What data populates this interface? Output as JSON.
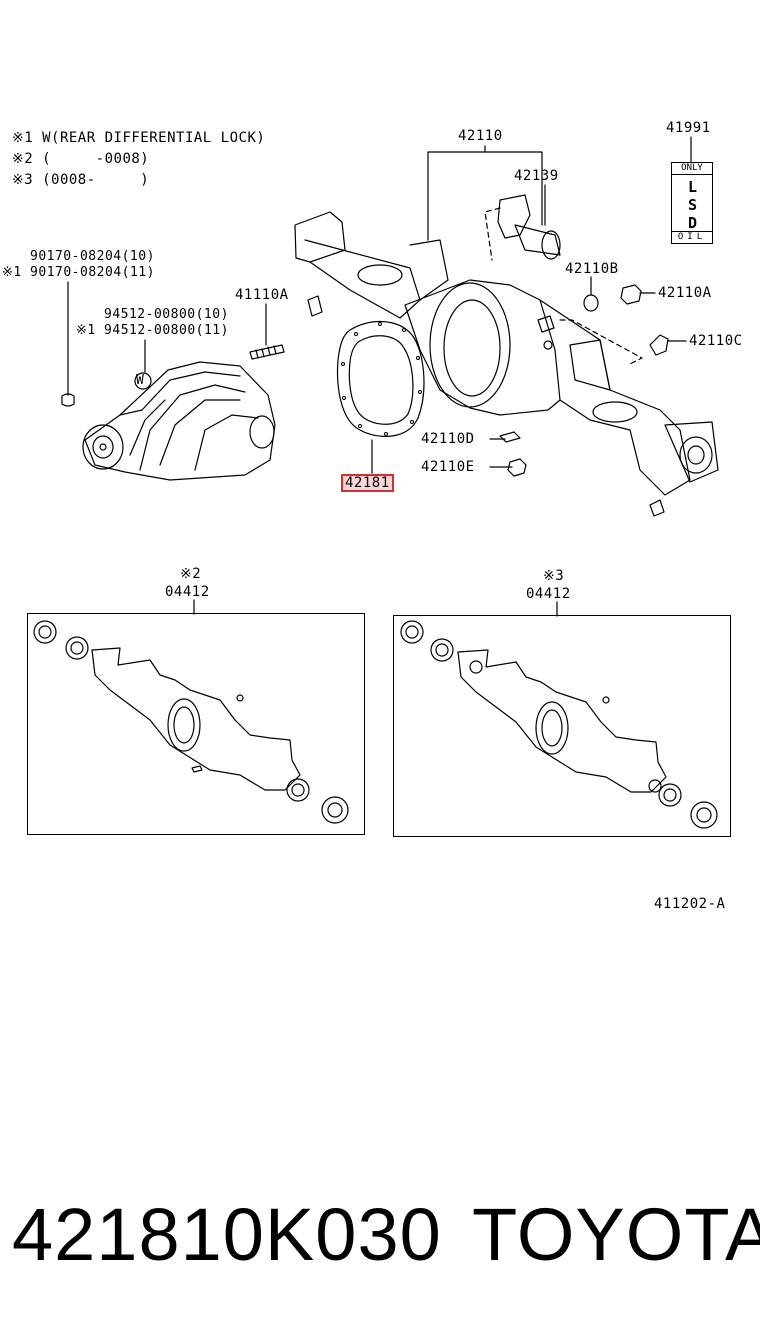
{
  "notes": {
    "n1": "※1 W(REAR DIFFERENTIAL LOCK)",
    "n2": "※2 (     -0008)",
    "n3": "※3 (0008-     )"
  },
  "parts": {
    "p42110": "42110",
    "p42139": "42139",
    "p41991": "41991",
    "p42110B": "42110B",
    "p42110A_right": "42110A",
    "p42110C": "42110C",
    "p41110A": "41110A",
    "p42110D": "42110D",
    "p42110E": "42110E",
    "p42181": "42181",
    "bolt1": "90170-08204(10)",
    "bolt2": "※1 90170-08204(11)",
    "washer1": "94512-00800(10)",
    "washer2": "※1 94512-00800(11)",
    "w_mark": "W",
    "kit_left_note": "※2",
    "kit_left": "04412",
    "kit_right_note": "※3",
    "kit_right": "04412"
  },
  "oil_label": {
    "top": "ONLY",
    "mid": "LSD",
    "bot": "OIL"
  },
  "diagram_code": "411202-A",
  "footer": {
    "part_number": "421810K030",
    "brand": "TOYOTA"
  },
  "colors": {
    "highlight_border": "#d32f2f",
    "highlight_fill": "#f6d6d6",
    "line": "#000000"
  }
}
